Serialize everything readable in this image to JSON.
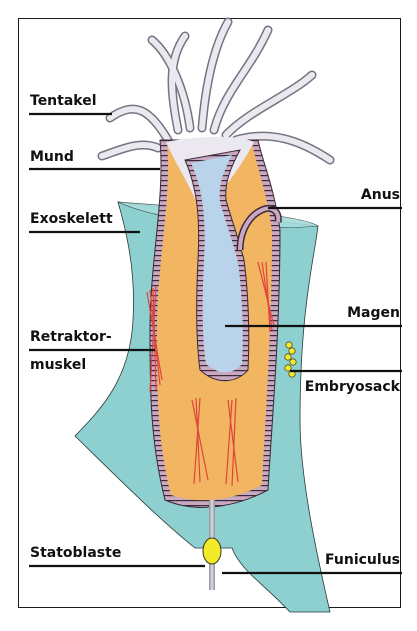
{
  "labels": {
    "tentakel": "Tentakel",
    "mund": "Mund",
    "exoskelett": "Exoskelett",
    "retraktor_line1": "Retraktor-",
    "retraktor_line2": "muskel",
    "statoblaste": "Statoblaste",
    "anus": "Anus",
    "magen": "Magen",
    "embryosack": "Embryosack",
    "funiculus": "Funiculus"
  },
  "colors": {
    "exoskeleton_fill": "#8ecfd0",
    "body_fill": "#f2b562",
    "mouth_cavity": "#ece8f0",
    "stomach": "#b9d3ea",
    "epithelium": "#9c6f8d",
    "muscle": "#e0443c",
    "statoblast": "#f3ea2a",
    "funiculus": "#9a9aa3",
    "leader_line": "#111111"
  }
}
